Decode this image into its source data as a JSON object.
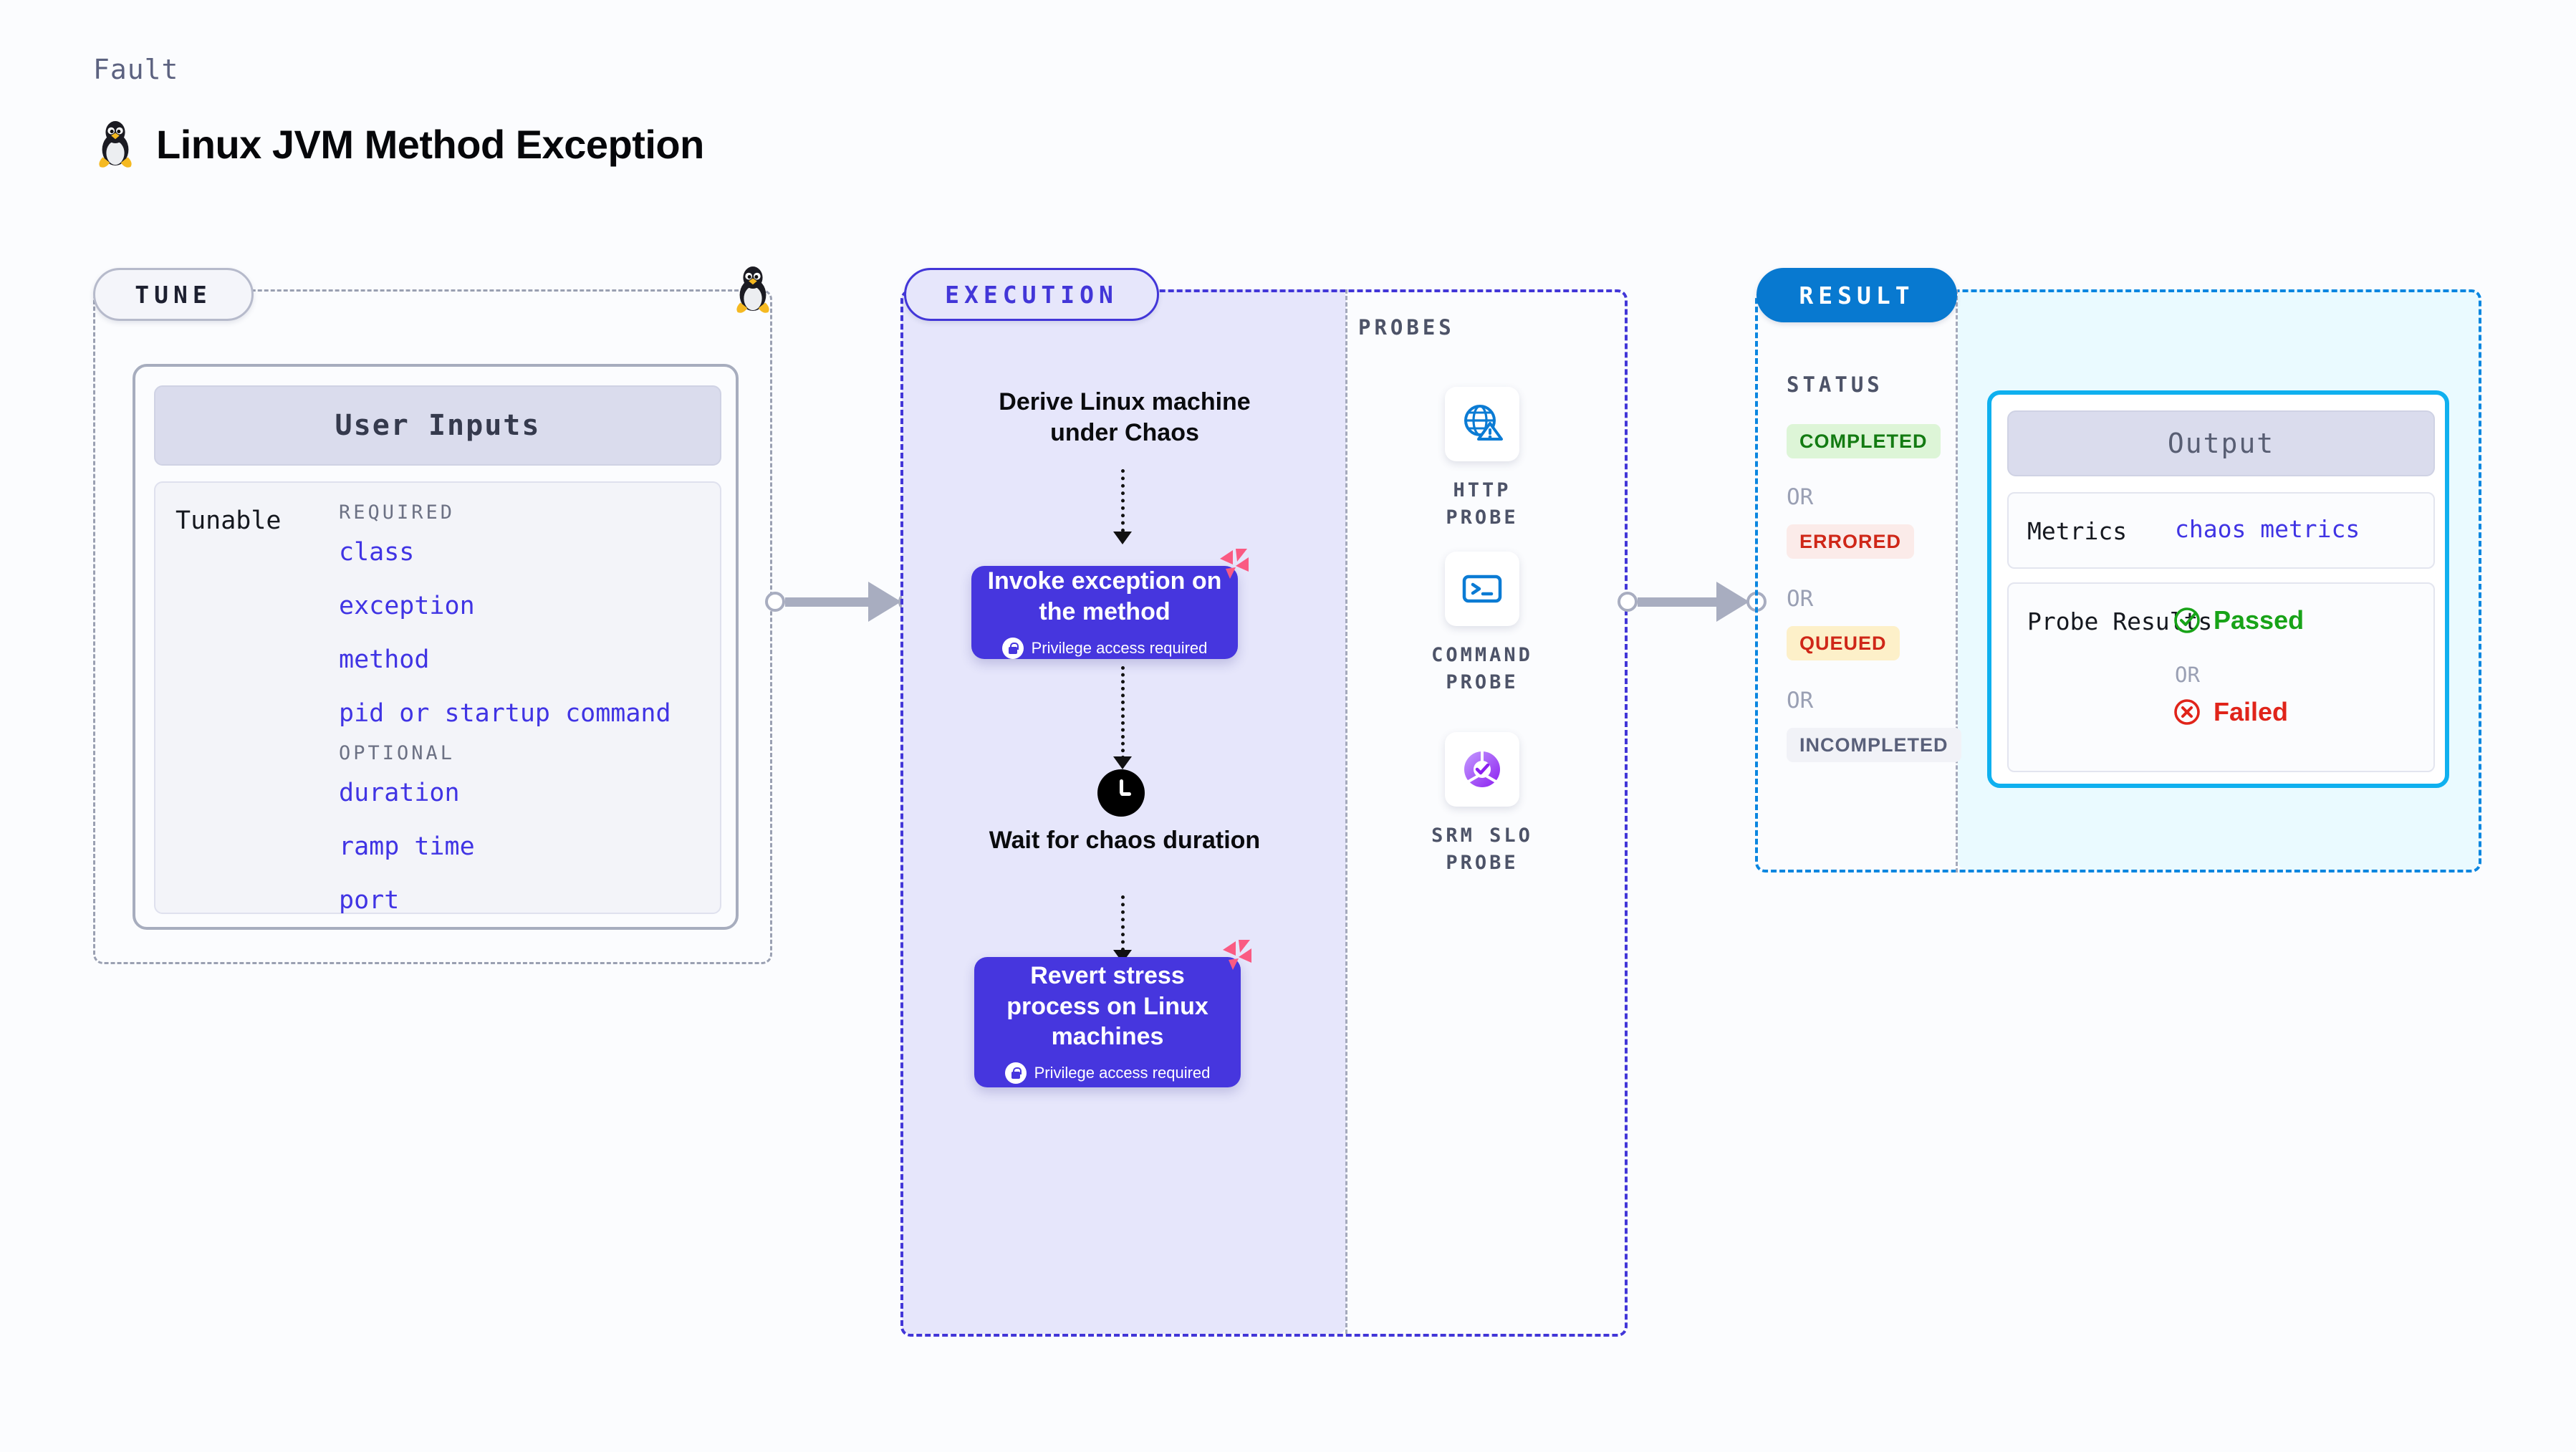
{
  "header": {
    "kicker": "Fault",
    "title": "Linux JVM Method Exception",
    "icon": "linux-penguin-icon"
  },
  "tune": {
    "pill_label": "TUNE",
    "card_title": "User Inputs",
    "tunable_label": "Tunable",
    "required_label": "REQUIRED",
    "optional_label": "OPTIONAL",
    "required": [
      "class",
      "exception",
      "method",
      "pid or startup command"
    ],
    "optional": [
      "duration",
      "ramp time",
      "port"
    ]
  },
  "execution": {
    "pill_label": "EXECUTION",
    "steps": [
      {
        "type": "text",
        "label": "Derive Linux machine under Chaos"
      },
      {
        "type": "box",
        "label": "Invoke exception on the method",
        "privilege": "Privilege access required",
        "badge": "harness-logo-icon"
      },
      {
        "type": "text",
        "label": "Wait for chaos duration",
        "icon": "clock-icon"
      },
      {
        "type": "box",
        "label": "Revert stress process on Linux machines",
        "privilege": "Privilege access required",
        "badge": "harness-logo-icon"
      }
    ]
  },
  "probes": {
    "section_label": "PROBES",
    "items": [
      {
        "name": "HTTP PROBE",
        "icon": "globe-warning-icon"
      },
      {
        "name": "COMMAND PROBE",
        "icon": "terminal-icon"
      },
      {
        "name": "SRM SLO PROBE",
        "icon": "slo-donut-check-icon"
      }
    ]
  },
  "result": {
    "pill_label": "RESULT",
    "status_label": "STATUS",
    "or_label": "OR",
    "statuses": [
      {
        "label": "COMPLETED",
        "bg": "#ddf5d7",
        "fg": "#137b12"
      },
      {
        "label": "ERRORED",
        "bg": "#fbebe9",
        "fg": "#cf2718"
      },
      {
        "label": "QUEUED",
        "bg": "#fdf0c9",
        "fg": "#cf2718"
      },
      {
        "label": "INCOMPLETED",
        "bg": "#f1f2f7",
        "fg": "#59607a"
      }
    ],
    "output": {
      "title": "Output",
      "metrics_key": "Metrics",
      "metrics_value": "chaos metrics",
      "probe_results_key": "Probe Results",
      "passed_label": "Passed",
      "failed_label": "Failed",
      "or_label": "OR"
    }
  },
  "colors": {
    "page_bg": "#fbfcfe",
    "exec_purple": "#4636de",
    "exec_panel": "#e6e6fb",
    "result_blue": "#0879d0",
    "output_border": "#0fb0ef",
    "tunable_link": "#4034e4",
    "harness_pink": "#fa5a82"
  }
}
